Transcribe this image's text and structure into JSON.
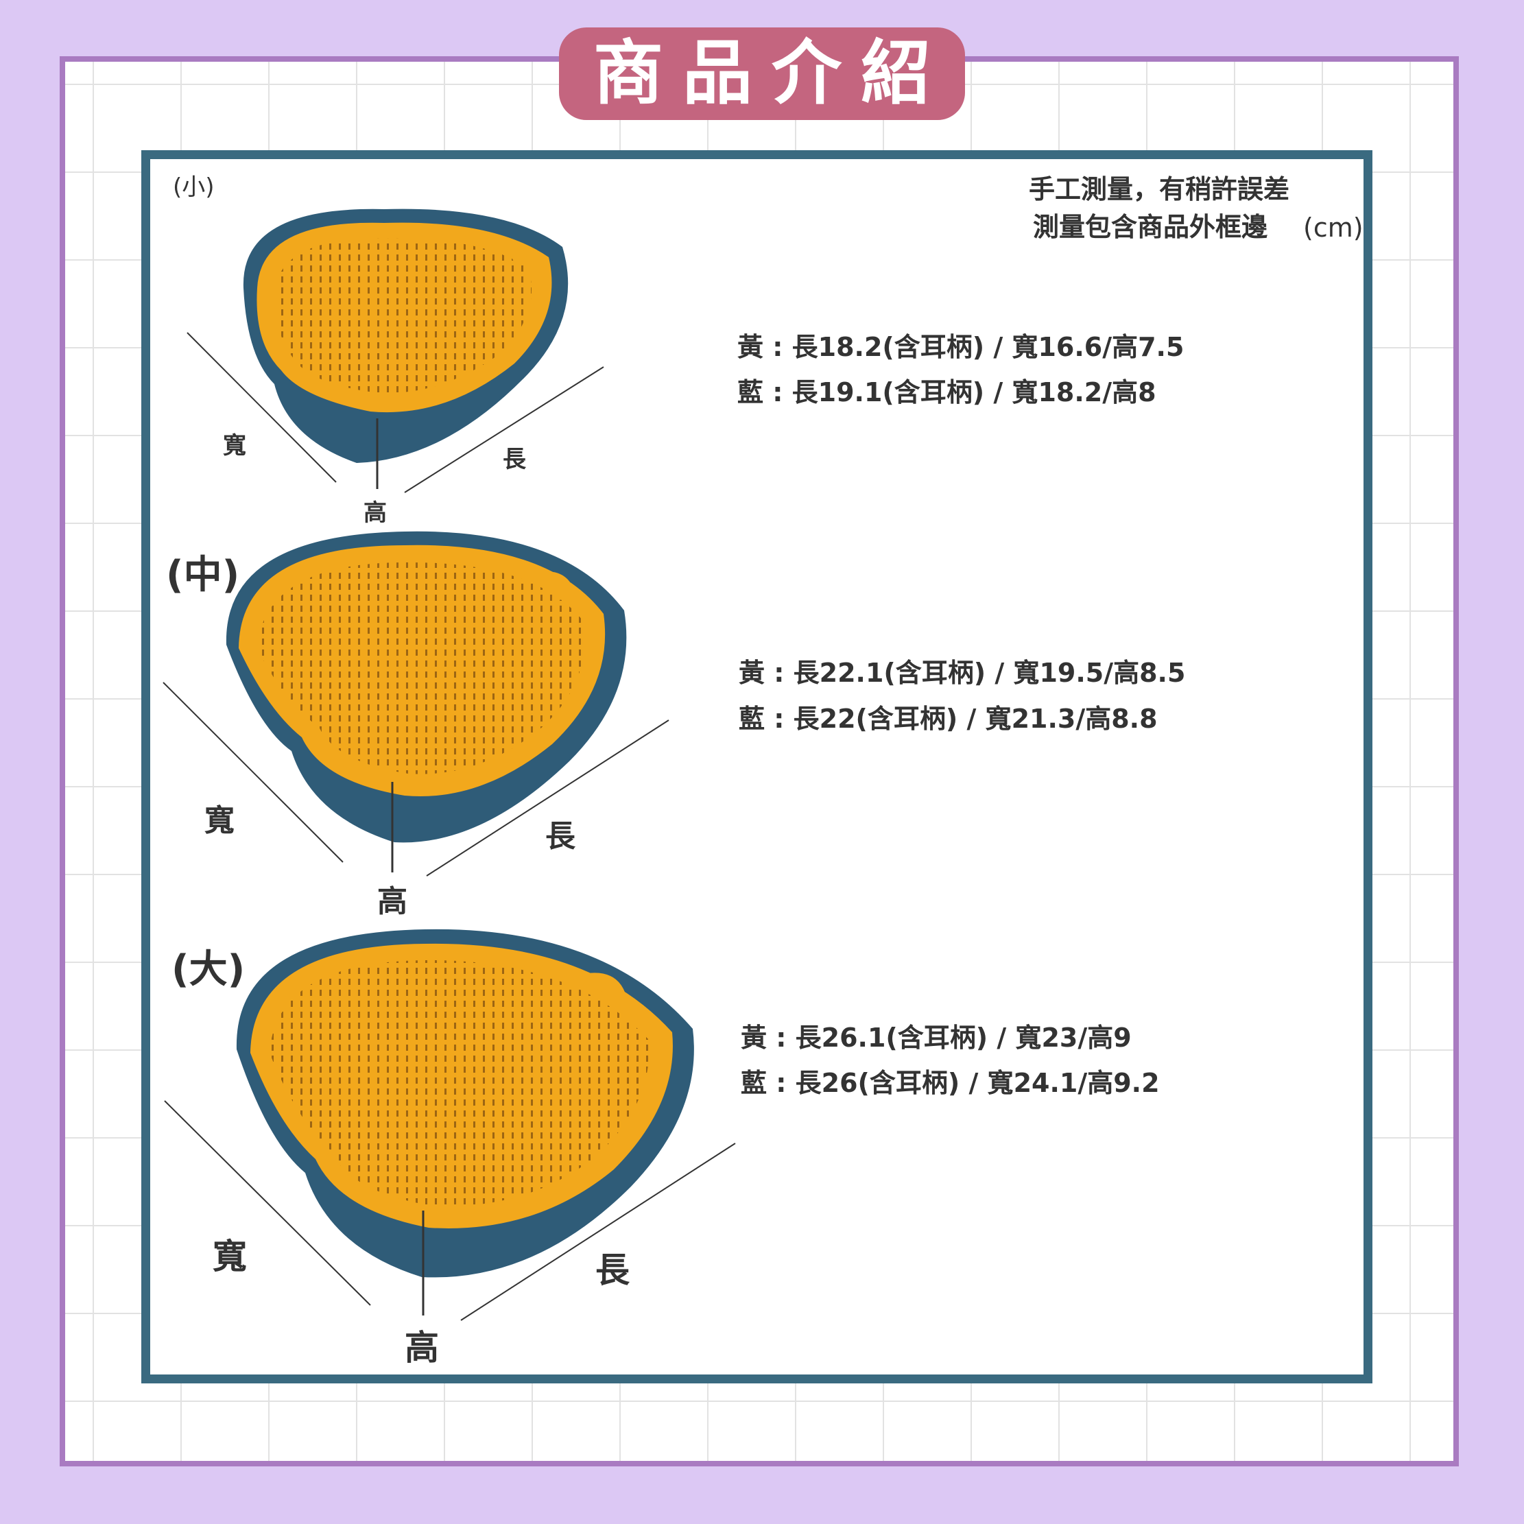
{
  "title": "商品介紹",
  "note": {
    "line1": "手工測量，有稍許誤差",
    "line2": "測量包含商品外框邊",
    "unit": "(cm)"
  },
  "sizes": [
    {
      "label": "(小)",
      "yellow": "黃 : 長18.2(含耳柄) / 寬16.6/高7.5",
      "blue": "藍 : 長19.1(含耳柄) / 寬18.2/高8"
    },
    {
      "label": "(中)",
      "yellow": "黃 : 長22.1(含耳柄) / 寬19.5/高8.5",
      "blue": "藍 : 長22(含耳柄) / 寬21.3/高8.8"
    },
    {
      "label": "(大)",
      "yellow": "黃 : 長26.1(含耳柄) / 寬23/高9",
      "blue": "藍 : 長26(含耳柄) / 寬24.1/高9.2"
    }
  ],
  "dims": {
    "width": "寬",
    "length": "長",
    "height": "高"
  },
  "colors": {
    "background": "#dcc8f4",
    "frame": "#a97bc1",
    "pill": "#c4657f",
    "panel_border": "#3a6a80",
    "bowl_blue": "#2f5c78",
    "bowl_yellow": "#f2a81c"
  }
}
